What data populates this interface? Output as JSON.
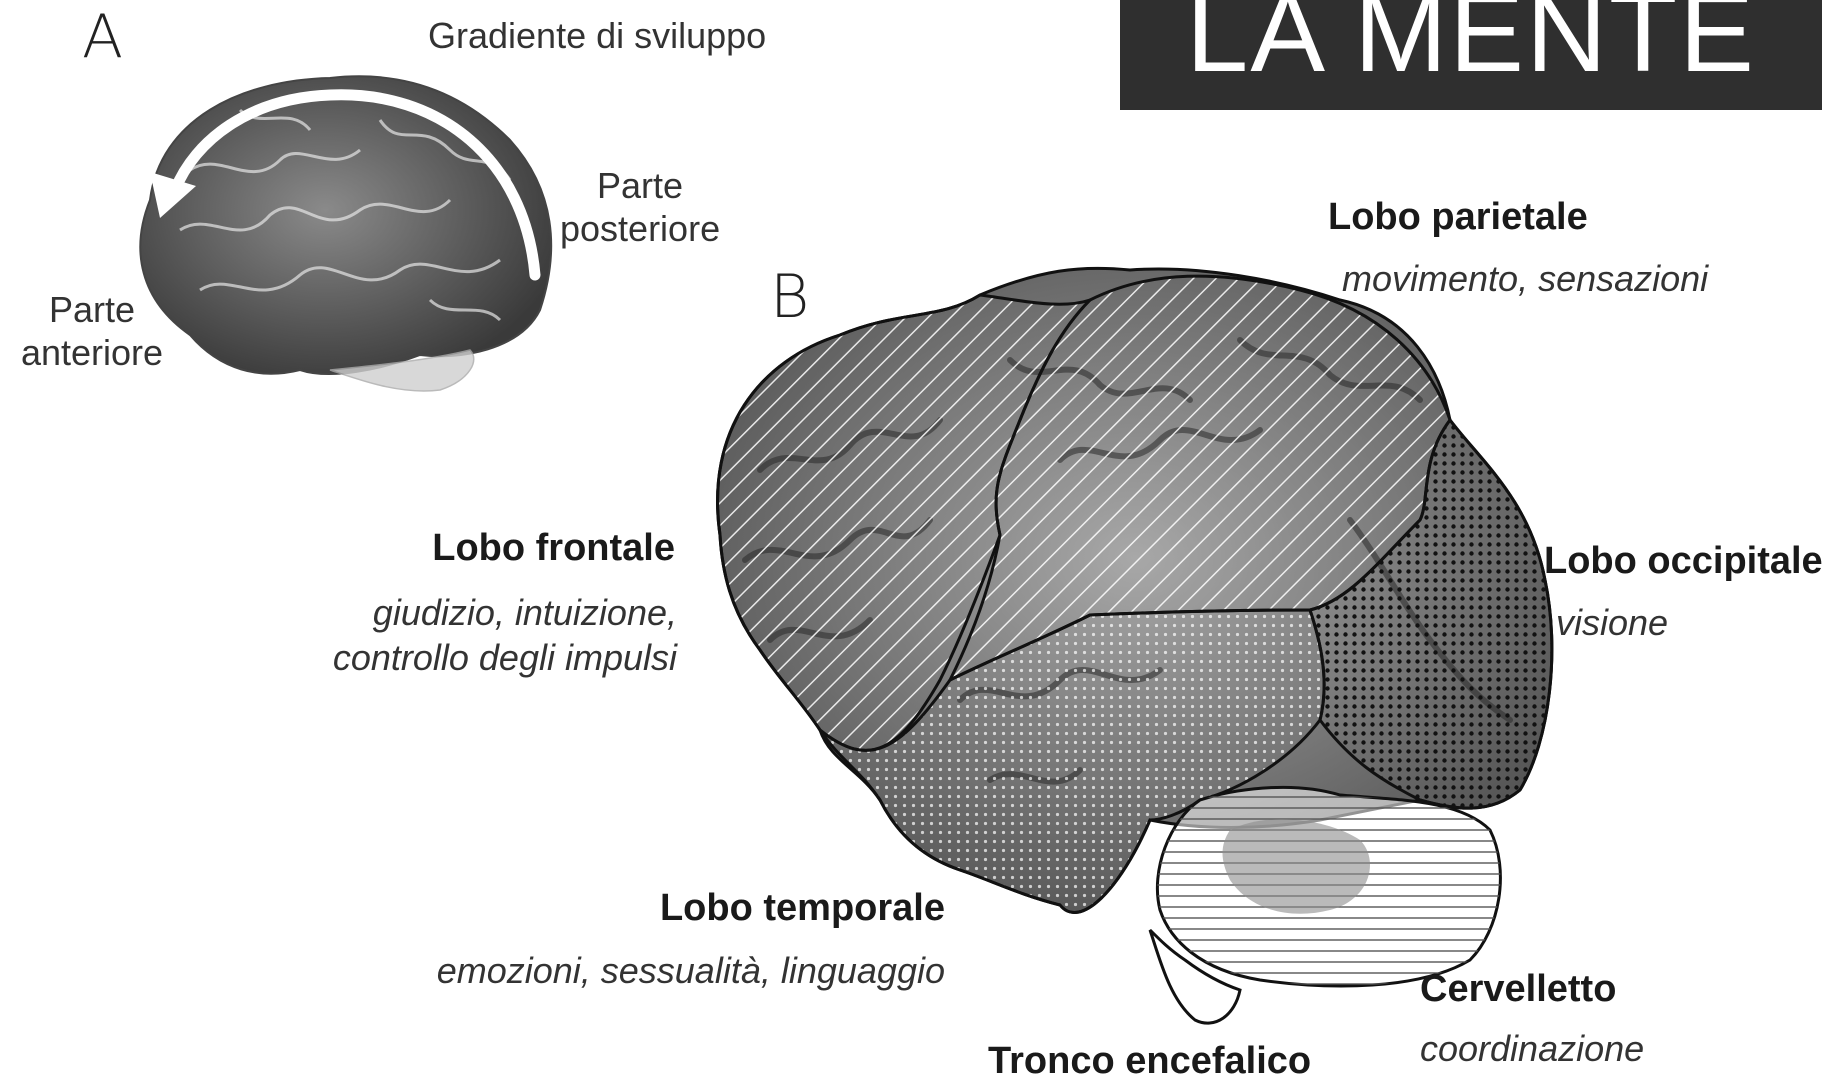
{
  "banner": {
    "title": "LA MENTE"
  },
  "panel_a": {
    "letter": "A",
    "title": "Gradiente di sviluppo",
    "front_label": [
      "Parte",
      "anteriore"
    ],
    "back_label": [
      "Parte",
      "posteriore"
    ]
  },
  "panel_b": {
    "letter": "B",
    "lobes": {
      "parietale": {
        "name": "Lobo parietale",
        "function": "movimento, sensazioni"
      },
      "frontale": {
        "name": "Lobo frontale",
        "function_lines": [
          "giudizio, intuizione,",
          "controllo degli impulsi"
        ]
      },
      "occipitale": {
        "name": "Lobo occipitale",
        "function": "visione"
      },
      "temporale": {
        "name": "Lobo temporale",
        "function": "emozioni, sessualità, linguaggio"
      },
      "cervelletto": {
        "name": "Cervelletto",
        "function": "coordinazione"
      },
      "tronco": {
        "name": "Tronco encefalico"
      }
    }
  }
}
